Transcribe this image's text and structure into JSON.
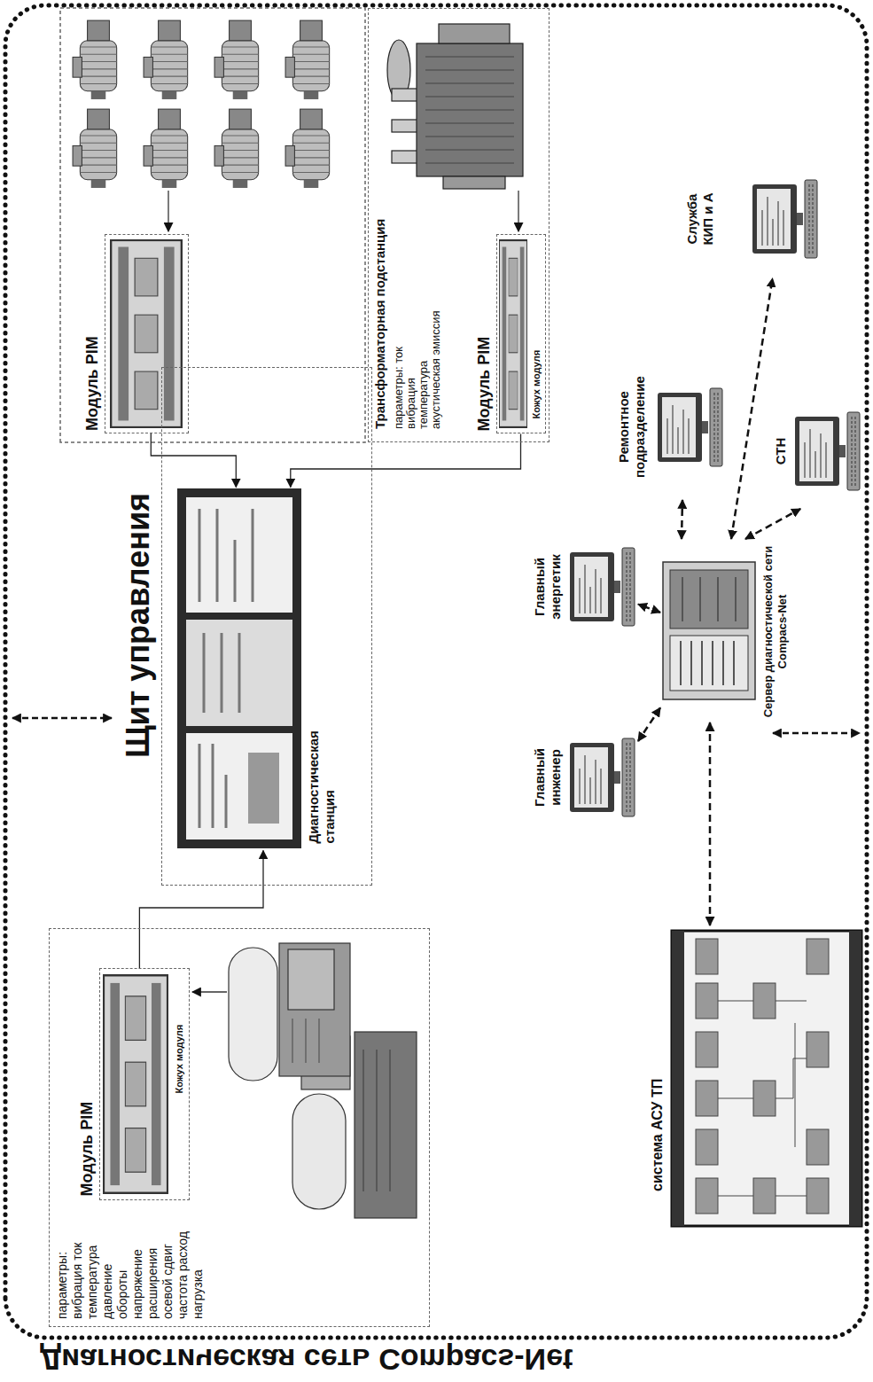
{
  "diagram": {
    "title": "Диагностическая сеть Compacs-Net",
    "nodes": [
      {
        "text": [
          "параметры: вибрация ток температура давление обороты напряжение расширения осевой сдвиг частота расход нагрузка"
        ]
      },
      {
        "text": [
          "Модуль PIM",
          "Кожух модуля"
        ],
        "in": 0
      },
      {
        "text": [
          "Щит управления"
        ]
      },
      {
        "text": [
          "Диагностическая станция"
        ],
        "in": 2
      },
      {
        "text": [
          "Модуль PIM"
        ]
      },
      {
        "text": [
          "Трансформаторная подстанция",
          "параметры: ток вибрация температура акустическая эмиссия"
        ]
      },
      {
        "text": [
          "Модуль PIM",
          "Кожух модуля"
        ],
        "in": 5
      },
      {
        "text": [
          "Главный инженер"
        ]
      },
      {
        "text": [
          "Главный энергетик"
        ]
      },
      {
        "text": [
          "Сервер диагностической сети Compacs-Net"
        ]
      },
      {
        "text": [
          "Ремонтное подразделение"
        ]
      },
      {
        "text": [
          "СТН"
        ]
      },
      {
        "text": [
          "Служба КИП и А"
        ]
      },
      {
        "text": [
          "система АСУ ТП"
        ]
      }
    ],
    "edges": [
      {
        "from": 1,
        "to": 3,
        "arrow": "to"
      },
      {
        "from": 4,
        "to": 3,
        "arrow": "to"
      },
      {
        "from": 6,
        "to": 3,
        "arrow": "to"
      },
      {
        "from": 9,
        "to": 13,
        "arrow": "both"
      },
      {
        "from": 9,
        "to": 7,
        "arrow": "both"
      },
      {
        "from": 9,
        "to": 8,
        "arrow": "both"
      },
      {
        "from": 9,
        "to": 10,
        "arrow": "both"
      },
      {
        "from": 9,
        "to": 11,
        "arrow": "both"
      },
      {
        "from": 9,
        "to": 12,
        "arrow": "both"
      }
    ]
  }
}
